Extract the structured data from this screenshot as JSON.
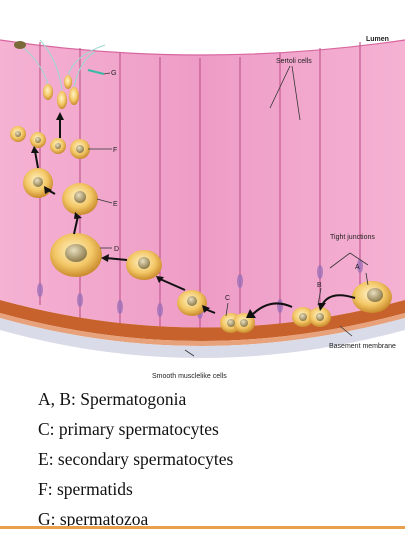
{
  "figure": {
    "labels": {
      "lumen": "Lumen",
      "sertoli": "Sertoli cells",
      "tight_junctions": "Tight junctions",
      "basement": "Basement membrane",
      "smooth": "Smooth musclelike cells",
      "A": "A",
      "B": "B",
      "C": "C",
      "D": "D",
      "E": "E",
      "F": "F",
      "G": "G"
    }
  },
  "legend": [
    "A, B: Spermatogonia",
    "C: primary spermatocytes",
    "E: secondary spermatocytes",
    "F: spermatids",
    "G: spermatozoa"
  ],
  "colors": {
    "pink_tissue": "#f2a6cc",
    "wall_brown": "#c8622c",
    "cell_yellow": "#f1c15e",
    "nucleus": "#c9b27a",
    "lumen_bg": "#ffffff",
    "rule": "#e8a04c"
  }
}
